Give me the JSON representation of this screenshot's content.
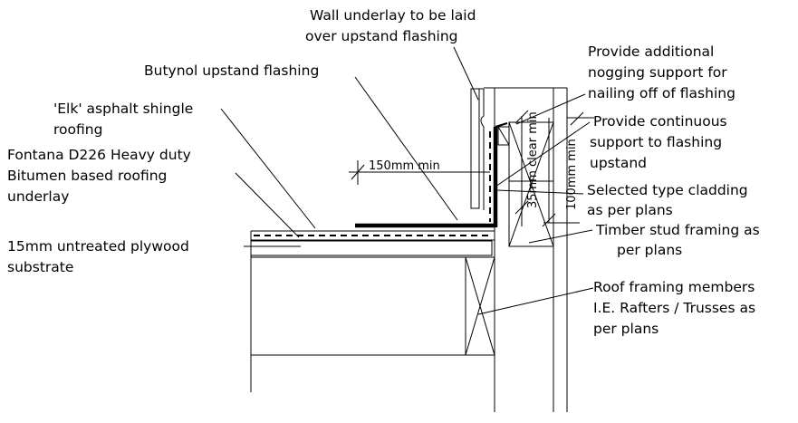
{
  "labels": {
    "wall_underlay": [
      "Wall underlay to be laid",
      "over upstand flashing"
    ],
    "butynol": "Butynol upstand flashing",
    "elk": [
      "'Elk' asphalt shingle",
      "roofing"
    ],
    "fontana": [
      "Fontana D226 Heavy duty",
      "Bitumen based roofing",
      "underlay"
    ],
    "plywood": [
      "15mm untreated plywood",
      "substrate"
    ],
    "nogging": [
      "Provide additional",
      "nogging support for",
      "nailing off of flashing"
    ],
    "continuous": [
      "Provide continuous",
      "support to flashing",
      "upstand"
    ],
    "cladding": [
      "Selected type cladding",
      "as per plans"
    ],
    "timber": [
      "Timber stud framing as",
      "per plans"
    ],
    "roof_framing": [
      "Roof framing members",
      "I.E. Rafters / Trusses as",
      "per plans"
    ]
  },
  "dimensions": {
    "min_150": "150mm min",
    "clear_35": "35mm clear min",
    "min_100": "100mm min"
  }
}
